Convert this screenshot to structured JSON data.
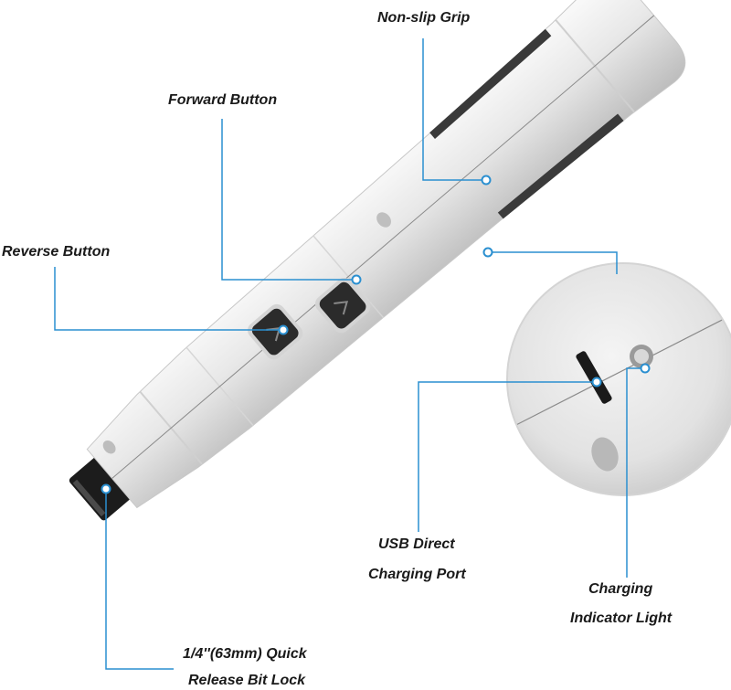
{
  "labels": {
    "non_slip_grip": "Non-slip Grip",
    "forward_button": "Forward Button",
    "reverse_button": "Reverse Button",
    "usb_port_line1": "USB Direct",
    "usb_port_line2": "Charging Port",
    "indicator_line1": "Charging",
    "indicator_line2": "Indicator Light",
    "bit_lock_line1": "1/4''(63mm) Quick",
    "bit_lock_line2": "Release Bit Lock"
  },
  "colors": {
    "body": "#e6e6e6",
    "accent_line": "#2a8fd0",
    "button_dark": "#2b2b2b",
    "grip_dark": "#3a3a3a"
  }
}
